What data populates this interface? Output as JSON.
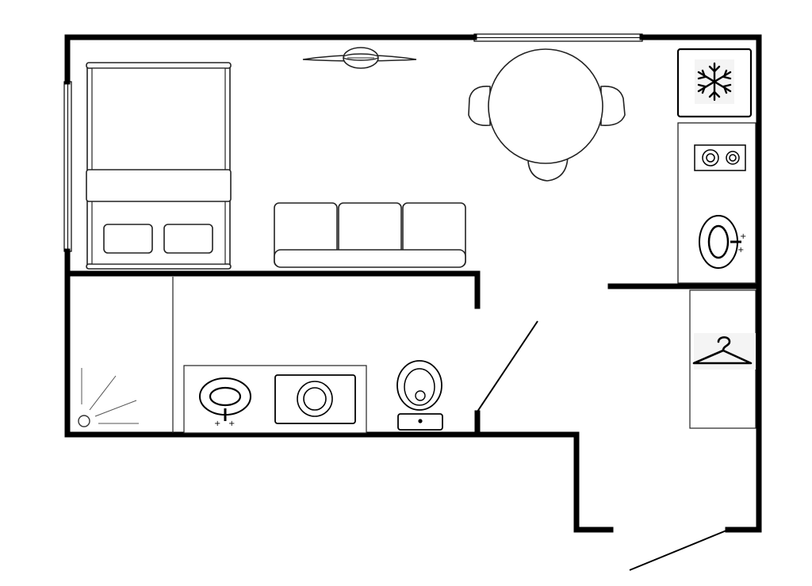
{
  "diagram": {
    "kind": "floor-plan",
    "palette": {
      "wall": "#000000",
      "furniture_stroke": "#222222",
      "background": "#ffffff",
      "counter_fill": "#ffffff"
    },
    "rooms": [
      "living-bedroom",
      "kitchenette",
      "bathroom",
      "closet",
      "entry-hall"
    ],
    "fixtures": [
      "double-bed",
      "ceiling-fan",
      "round-dining-table",
      "dining-chair",
      "dining-chair",
      "dining-chair",
      "three-seat-sofa",
      "refrigerator",
      "cooktop",
      "kitchen-sink",
      "shower",
      "bathroom-sink",
      "washing-machine",
      "toilet",
      "clothes-rail"
    ],
    "icons": [
      "snowflake-icon",
      "hanger-icon"
    ],
    "doors": [
      "bathroom-door",
      "entry-door"
    ],
    "windows": [
      "north-window",
      "west-window"
    ]
  }
}
